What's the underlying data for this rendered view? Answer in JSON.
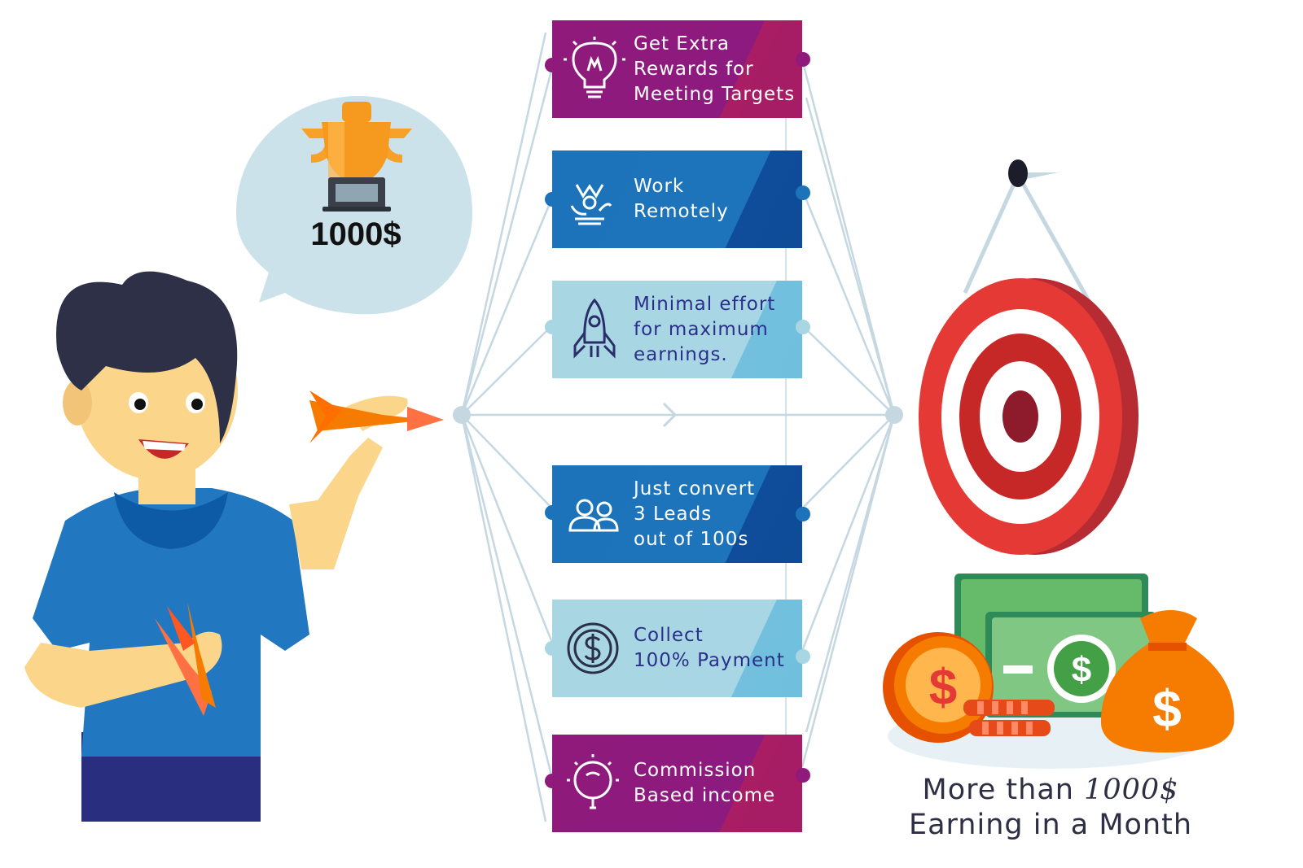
{
  "bubble": {
    "amount": "1000$"
  },
  "cards": [
    {
      "id": "rewards",
      "lines": [
        "Get Extra",
        "Rewards for",
        "Meeting Targets"
      ],
      "style": "purple",
      "icon": "lightbulb-icon"
    },
    {
      "id": "remote",
      "lines": [
        "Work",
        "Remotely"
      ],
      "style": "blue",
      "icon": "remote-work-icon"
    },
    {
      "id": "effort",
      "lines": [
        "Minimal effort",
        "for maximum",
        "earnings."
      ],
      "style": "light",
      "icon": "rocket-icon"
    },
    {
      "id": "leads",
      "lines": [
        "Just convert",
        "3 Leads",
        "out of 100s"
      ],
      "style": "blue",
      "icon": "users-icon"
    },
    {
      "id": "payment",
      "lines": [
        "Collect",
        "100% Payment"
      ],
      "style": "light",
      "icon": "dollar-coin-icon"
    },
    {
      "id": "commission",
      "lines": [
        "Commission",
        "Based income"
      ],
      "style": "purple",
      "icon": "idea-icon"
    }
  ],
  "caption": {
    "prefix": "More than",
    "amount": "1000$",
    "line2": "Earning in a Month"
  },
  "colors": {
    "purple": "#8f1a7c",
    "blue": "#1d73b9",
    "light": "#a8d6e2",
    "target_red": "#e53935",
    "coin_orange": "#f57c00",
    "money_green": "#43a047"
  }
}
